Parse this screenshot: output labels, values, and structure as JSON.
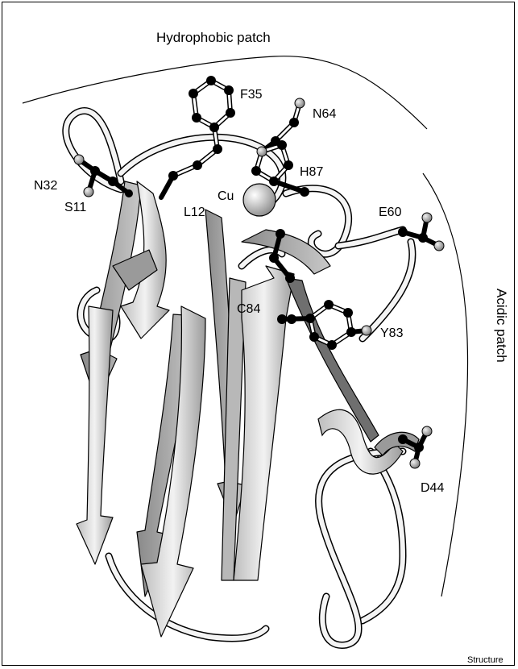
{
  "labels": {
    "hydrophobic_patch": "Hydrophobic patch",
    "acidic_patch": "Acidic patch",
    "copper": "Cu",
    "credit": "Structure"
  },
  "residues": [
    "F35",
    "N64",
    "N32",
    "H87",
    "S11",
    "L12",
    "E60",
    "C84",
    "Y83",
    "D44"
  ]
}
